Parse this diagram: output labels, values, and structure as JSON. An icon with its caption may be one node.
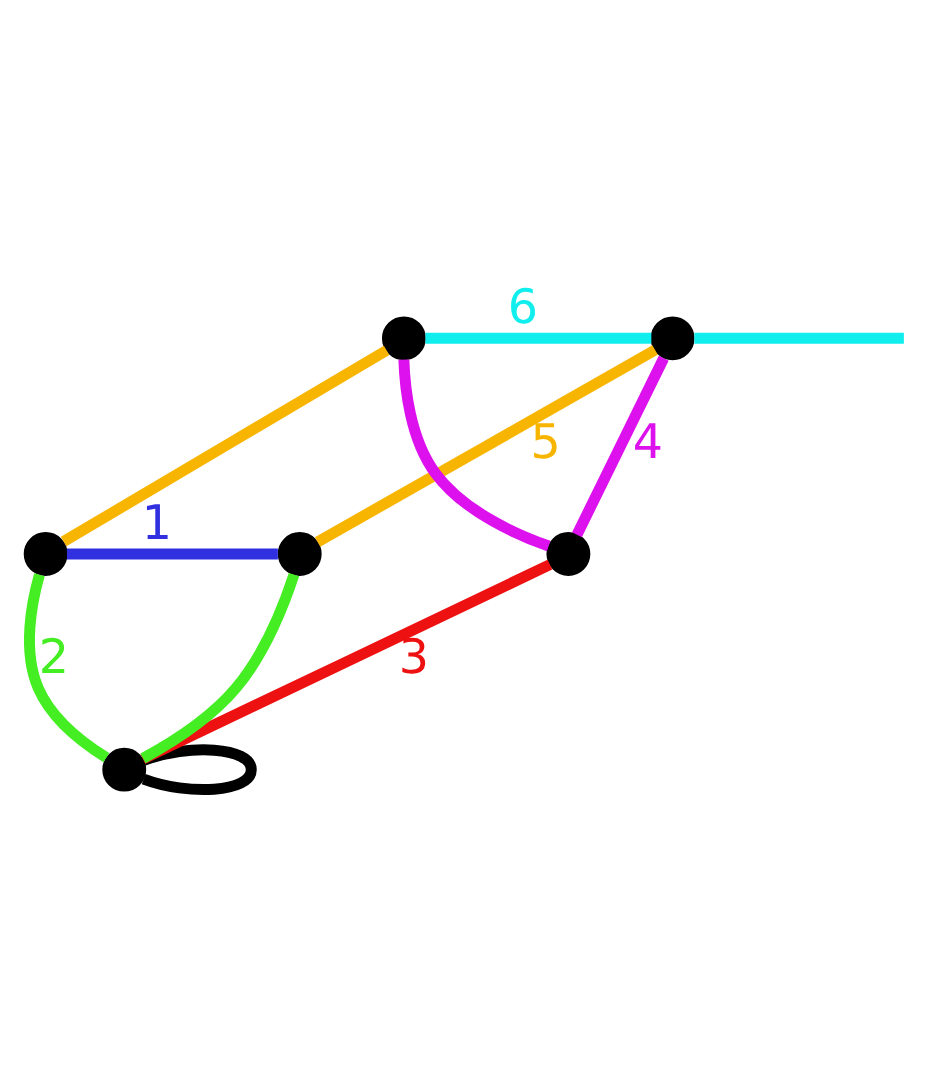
{
  "diagram": {
    "nodes": [
      {
        "text": [],
        "shape": "circle"
      },
      {
        "text": [],
        "shape": "circle"
      },
      {
        "text": [],
        "shape": "circle"
      },
      {
        "text": [],
        "shape": "circle"
      },
      {
        "text": [],
        "shape": "circle"
      },
      {
        "text": [],
        "shape": "circle"
      }
    ],
    "edges": [
      {
        "from": 0,
        "to": 2,
        "arrow": "none",
        "label": "1",
        "color": "#3030e0"
      },
      {
        "from": 0,
        "to": 3,
        "arrow": "none",
        "color": "#f7b500"
      },
      {
        "from": 2,
        "to": 5,
        "arrow": "none",
        "label": "5",
        "color": "#f7b500"
      },
      {
        "from": 0,
        "to": 1,
        "arrow": "none",
        "label": "2",
        "color": "#44ee22"
      },
      {
        "from": 2,
        "to": 1,
        "arrow": "none",
        "color": "#44ee22"
      },
      {
        "from": 1,
        "to": 4,
        "arrow": "none",
        "label": "3",
        "color": "#ee1111"
      },
      {
        "from": 3,
        "to": 4,
        "arrow": "none",
        "color": "#dd11ee"
      },
      {
        "from": 5,
        "to": 4,
        "arrow": "none",
        "label": "4",
        "color": "#dd11ee"
      },
      {
        "from": 3,
        "to": 5,
        "arrow": "none",
        "label": "6",
        "color": "#11eeee"
      },
      {
        "from": 5,
        "to": null,
        "arrow": "none",
        "color": "#11eeee"
      },
      {
        "from": 1,
        "to": 1,
        "arrow": "none",
        "color": "#000000"
      }
    ]
  }
}
